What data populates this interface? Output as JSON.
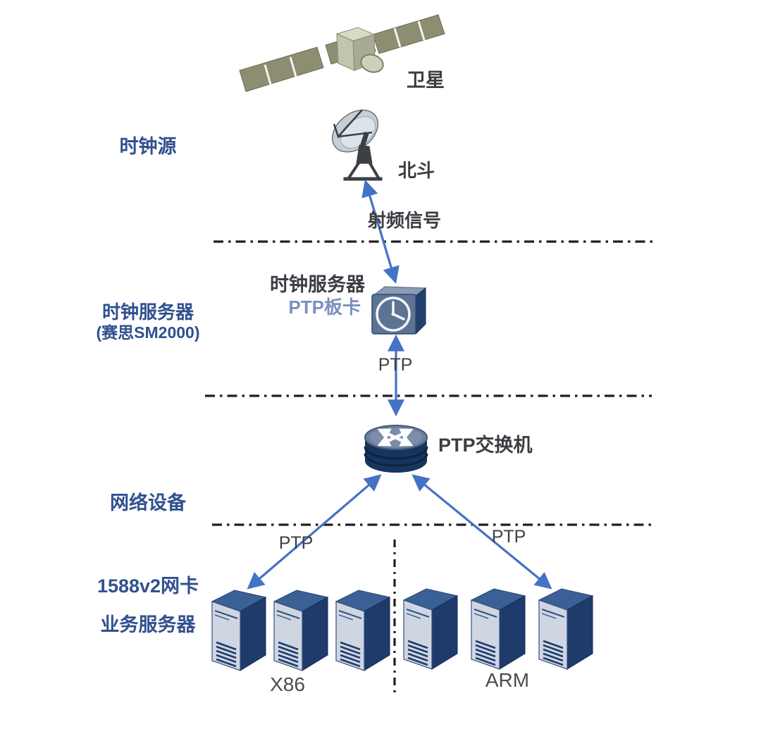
{
  "left_column": {
    "clock_source": "时钟源",
    "clock_server_line1": "时钟服务器",
    "clock_server_line2": "(赛思SM2000)",
    "network_device": "网络设备",
    "nic_1588": "1588v2网卡",
    "business_server": "业务服务器"
  },
  "nodes": {
    "satellite_label": "卫星",
    "beidou_label": "北斗",
    "clock_server_title": "时钟服务器",
    "ptp_card": "PTP板卡",
    "ptp_switch_label": "PTP交换机"
  },
  "links": {
    "rf_signal": "射频信号",
    "ptp_clock_to_switch": "PTP",
    "ptp_switch_to_x86": "PTP",
    "ptp_switch_to_arm": "PTP"
  },
  "server_groups": {
    "left": "X86",
    "right": "ARM"
  },
  "colors": {
    "label_navy": "#31508f",
    "text_dark": "#3d3f44",
    "ptp_card_blue": "#7b8fc0",
    "arrow_blue": "#4472c4",
    "divider_black": "#1f1f1f",
    "tower_front": "#cfd6e2",
    "tower_side": "#1e3b6c",
    "tower_top": "#3b6095",
    "clock_box_front": "#5d7394",
    "switch_body": "#16355e",
    "switch_top": "#6e809c",
    "satellite_panel": "#8d8d72"
  }
}
